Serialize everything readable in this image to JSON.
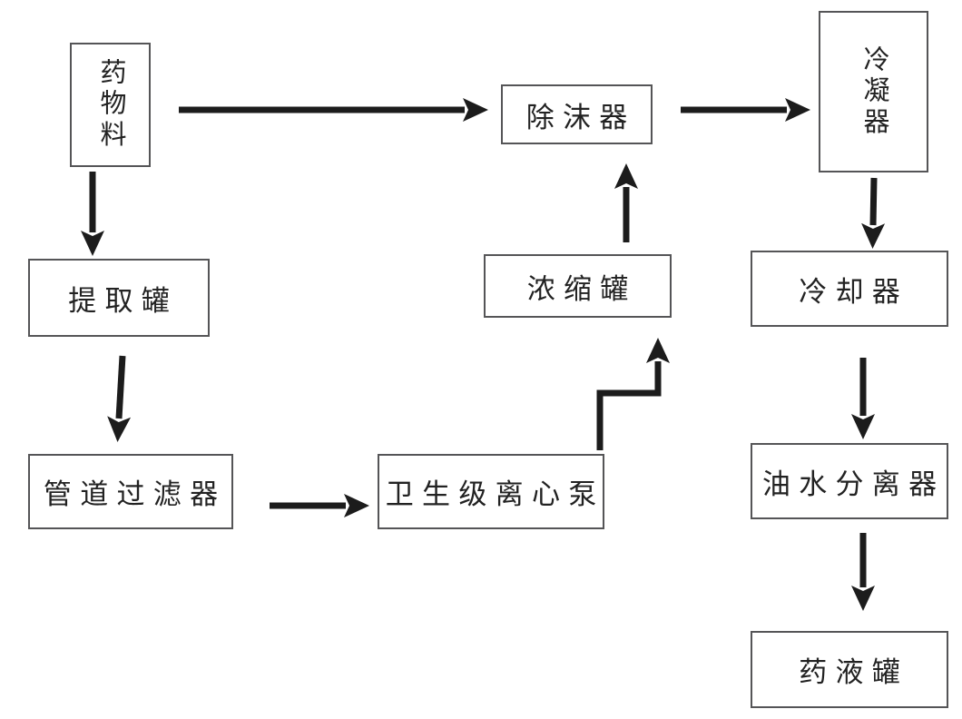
{
  "diagram": {
    "type": "process-flowchart",
    "background_color": "#ffffff",
    "box_border_color": "#555557",
    "arrow_color": "#1c1c1c",
    "nodes": [
      {
        "id": "drug-material",
        "label": "药物料",
        "text_orientation": "vertical"
      },
      {
        "id": "extraction-tank",
        "label": "提取罐",
        "text_orientation": "horizontal"
      },
      {
        "id": "pipeline-filter",
        "label": "管道过滤器",
        "text_orientation": "horizontal"
      },
      {
        "id": "sanitary-centrifugal-pump",
        "label": "卫生级离心泵",
        "text_orientation": "horizontal"
      },
      {
        "id": "concentration-tank",
        "label": "浓缩罐",
        "text_orientation": "horizontal"
      },
      {
        "id": "demister",
        "label": "除沫器",
        "text_orientation": "horizontal"
      },
      {
        "id": "condenser",
        "label": "冷凝器",
        "text_orientation": "vertical"
      },
      {
        "id": "cooler",
        "label": "冷却器",
        "text_orientation": "horizontal"
      },
      {
        "id": "oil-water-separator",
        "label": "油水分离器",
        "text_orientation": "horizontal"
      },
      {
        "id": "liquid-medicine-tank",
        "label": "药液罐",
        "text_orientation": "horizontal"
      }
    ],
    "edges": [
      {
        "from": "drug-material",
        "to": "demister",
        "direction": "right"
      },
      {
        "from": "drug-material",
        "to": "extraction-tank",
        "direction": "down"
      },
      {
        "from": "extraction-tank",
        "to": "pipeline-filter",
        "direction": "down"
      },
      {
        "from": "pipeline-filter",
        "to": "sanitary-centrifugal-pump",
        "direction": "right"
      },
      {
        "from": "sanitary-centrifugal-pump",
        "to": "concentration-tank",
        "direction": "up-elbow"
      },
      {
        "from": "concentration-tank",
        "to": "demister",
        "direction": "up"
      },
      {
        "from": "demister",
        "to": "condenser",
        "direction": "right"
      },
      {
        "from": "condenser",
        "to": "cooler",
        "direction": "down"
      },
      {
        "from": "cooler",
        "to": "oil-water-separator",
        "direction": "down"
      },
      {
        "from": "oil-water-separator",
        "to": "liquid-medicine-tank",
        "direction": "down"
      }
    ]
  }
}
